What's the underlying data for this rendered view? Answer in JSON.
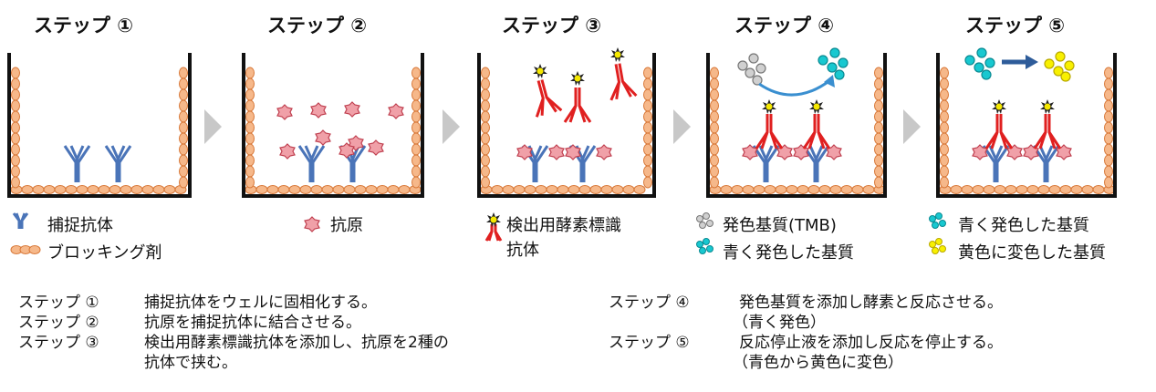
{
  "steps": [
    {
      "title": "ステップ ①"
    },
    {
      "title": "ステップ ②"
    },
    {
      "title": "ステップ ③"
    },
    {
      "title": "ステップ ④"
    },
    {
      "title": "ステップ ⑤"
    }
  ],
  "legend": {
    "capture_antibody": "捕捉抗体",
    "blocking_agent": "ブロッキング剤",
    "antigen": "抗原",
    "detection_antibody_line1": "検出用酵素標識",
    "detection_antibody_line2": "抗体",
    "substrate_tmb": "発色基質(TMB)",
    "blue_substrate": "青く発色した基質",
    "blue_substrate_2": "青く発色した基質",
    "yellow_substrate": "黄色に変色した基質"
  },
  "descriptions": [
    {
      "step": "ステップ ①",
      "text": "捕捉抗体をウェルに固相化する。"
    },
    {
      "step": "ステップ ②",
      "text": "抗原を捕捉抗体に結合させる。"
    },
    {
      "step": "ステップ ③",
      "text": "検出用酵素標識抗体を添加し、抗原を2種の",
      "cont": "抗体で挟む。"
    },
    {
      "step": "ステップ ④",
      "text": "発色基質を添加し酵素と反応させる。",
      "cont": "（青く発色）"
    },
    {
      "step": "ステップ ⑤",
      "text": "反応停止液を添加し反応を停止する。",
      "cont": "（青色から黄色に変色）"
    }
  ],
  "colors": {
    "blocking": "#f6b88a",
    "capture_ab": "#4a74b8",
    "detect_ab": "#e02020",
    "antigen": "#f0a0a8",
    "enzyme": "#f5e800",
    "gray_substrate": "#c8c8c8",
    "blue_substrate": "#18c8d0",
    "yellow_substrate": "#f8f000",
    "arrow_gray": "#c8c8c8"
  }
}
